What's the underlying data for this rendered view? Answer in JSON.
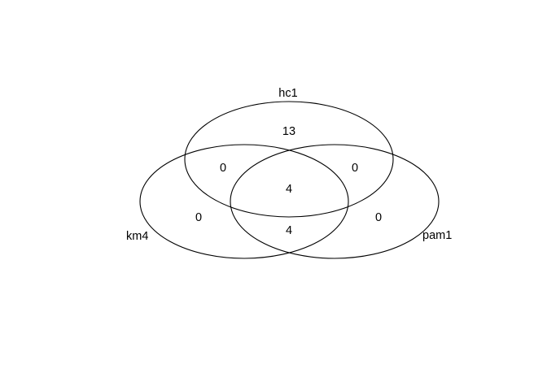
{
  "sets": {
    "top": "hc1",
    "left": "km4",
    "right": "pam1"
  },
  "regions": {
    "hc1_only": "13",
    "hc1_km4_only": "0",
    "hc1_pam1_only": "0",
    "all_three": "4",
    "km4_only": "0",
    "pam1_only": "0",
    "km4_pam1_only": "4"
  },
  "colors": {
    "stroke": "#000000",
    "background": "#ffffff"
  }
}
